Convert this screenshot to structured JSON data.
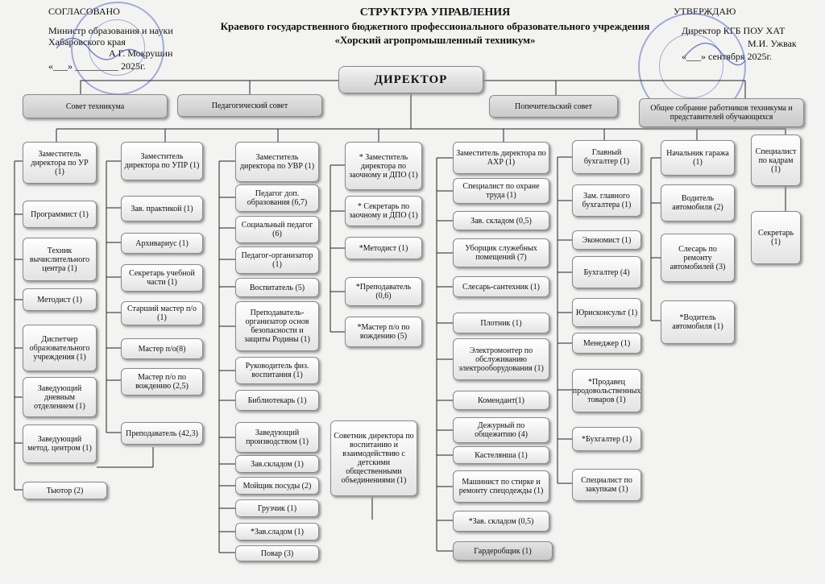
{
  "header": {
    "left_line1": "СОГЛАСОВАНО",
    "left_line2": "Министр образования и науки",
    "left_line3": "Хабаровского края",
    "left_line4": "А.Г. Мокрушин",
    "left_line5": "«___» _________ 2025г.",
    "title_line1": "СТРУКТУРА УПРАВЛЕНИЯ",
    "title_line2": "Краевого государственного бюджетного профессионального образовательного учреждения",
    "title_line3": "«Хорский агропромышленный техникум»",
    "right_line1": "УТВЕРЖДАЮ",
    "right_line2": "Директор  КГБ ПОУ ХАТ",
    "right_line3": "М.И. Ужвак",
    "right_line4": "«___» сентября 2025г."
  },
  "boxes": {
    "director": "ДИРЕКТОР",
    "council_tech": "Совет техникума",
    "council_ped": "Педагогический совет",
    "council_trust": "Попечительский совет",
    "general_meeting": "Общее собрание работников техникума и представителей обучающихся",
    "dep_ur": "Заместитель директора по УР (1)",
    "programmer": "Программист (1)",
    "technician": "Техник вычислительного центра (1)",
    "methodist_ur": "Методист (1)",
    "dispatcher": "Диспетчер образовательного учреждения (1)",
    "head_day": "Заведующий дневным отделением (1)",
    "head_method": "Заведующий метод. центром (1)",
    "tutor": "Тьютор (2)",
    "dep_upr": "Заместитель директора по УПР (1)",
    "head_practice": "Зав. практикой (1)",
    "archivist": "Архивариус (1)",
    "secretary_edu": "Секретарь учебной части (1)",
    "senior_master": "Старший мастер п/о (1)",
    "master_po": "Мастер п/о(8)",
    "master_driving": "Мастер п/о по вождению (2,5)",
    "teacher": "Преподаватель (42,3)",
    "dep_uvr": "Заместитель директора по УВР (1)",
    "ped_extra": "Педагог доп. образования (6,7)",
    "social_ped": "Социальный педагог (6)",
    "ped_org": "Педагог-организатор (1)",
    "educator": "Воспитатель (5)",
    "teacher_obzr": "Преподаватель-организатор основ безопасности и защиты Родины (1)",
    "head_pe": "Руководитель физ. воспитания (1)",
    "librarian": "Библиотекарь (1)",
    "head_production": "Заведующий производством (1)",
    "storekeeper1": "Зав.складом (1)",
    "dishwasher": "Мойщик посуды (2)",
    "loader": "Грузчик (1)",
    "storekeeper2": "*Зав.сладом (1)",
    "cook": "Повар (3)",
    "dep_extramural": "* Заместитель директора по заочному и ДПО (1)",
    "secretary_extramural": "* Секретарь по заочному и ДПО (1)",
    "methodist_extra": "*Методист (1)",
    "teacher_extra": "*Преподаватель (0,6)",
    "master_extra": "*Мастер п/о по вождению (5)",
    "advisor": "Советник директора по воспитанию и взаимодействию с детскими общественными объединениями (1)",
    "dep_ahr": "Заместитель директора по АХР (1)",
    "safety": "Специалист по охране труда (1)",
    "storekeeper_ahr": "Зав. складом (0,5)",
    "cleaner": "Уборщик служебных помещений (7)",
    "plumber": "Слесарь-сантехник (1)",
    "carpenter": "Плотник (1)",
    "electrician": "Электромонтер по обслуживанию электрооборудования (1)",
    "commandant": "Комендант(1)",
    "dorm_duty": "Дежурный по общежитию (4)",
    "linen_keeper": "Кастелянша (1)",
    "laundry": "Машинист по стирке и ремонту спецодежды (1)",
    "storekeeper_ahr2": "*Зав. складом (0,5)",
    "wardrobe": "Гардеробщик (1)",
    "chief_acc": "Главный бухгалтер (1)",
    "deputy_acc": "Зам. главного бухгалтера  (1)",
    "economist": "Экономист (1)",
    "accountant": "Бухгалтер  (4)",
    "lawyer": "Юрисконсульт (1)",
    "manager": "Менеджер (1)",
    "seller": "*Продавец продовольственных товаров (1)",
    "accountant_extra": "*Бухгалтер  (1)",
    "procurement": "Специалист по закупкам (1)",
    "garage_head": "Начальник гаража (1)",
    "driver": "Водитель автомобиля (2)",
    "mechanic": "Слесарь по ремонту автомобилей (3)",
    "driver_extra": "*Водитель автомобиля (1)",
    "hr": "Специалист по кадрам (1)",
    "secretary": "Секретарь (1)"
  },
  "colors": {
    "stamp": "#5b6fc7",
    "box_border": "#8a8a8a",
    "line": "#222222"
  }
}
